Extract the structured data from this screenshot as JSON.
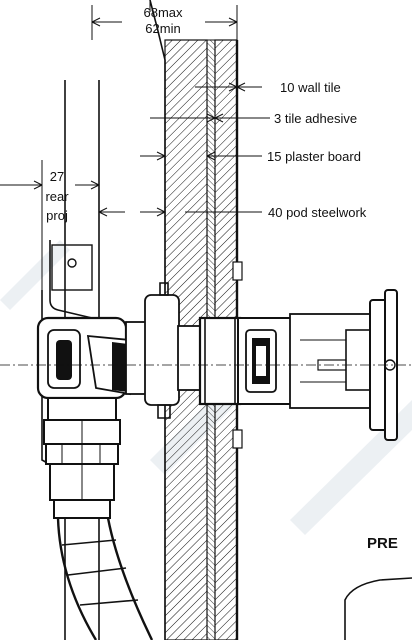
{
  "dimensions": {
    "overall_max": "68max",
    "overall_min": "62min",
    "rear_proj_value": "27",
    "rear_proj_word1": "rear",
    "rear_proj_word2": "proj"
  },
  "callouts": {
    "wall_tile": "10 wall tile",
    "tile_adhesive": "3 tile adhesive",
    "plaster_board": "15 plaster board",
    "pod_steelwork": "40 pod steelwork"
  },
  "cut_off_label": "PRE",
  "colors": {
    "line": "#111111",
    "background": "#ffffff",
    "watermark": "#dde3ea"
  }
}
